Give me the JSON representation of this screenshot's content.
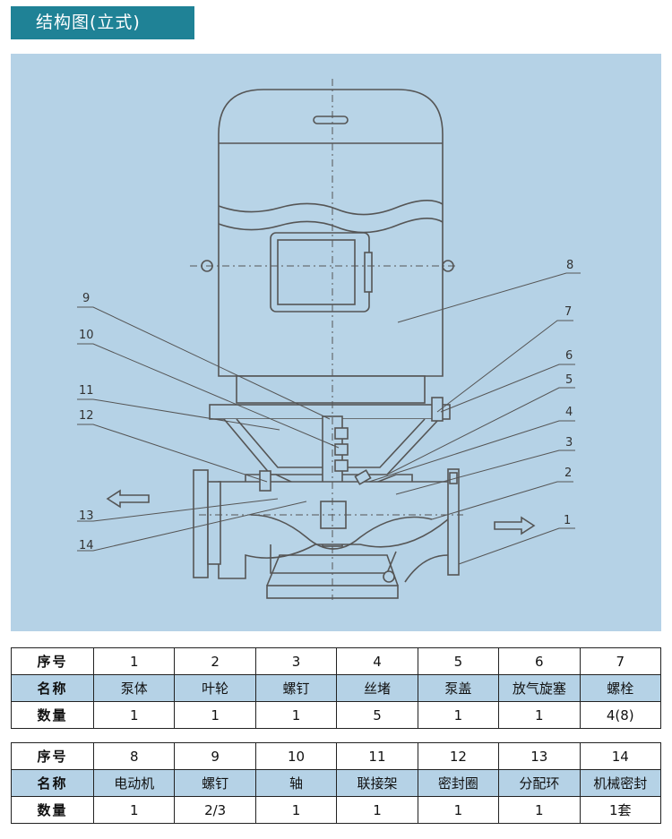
{
  "header": {
    "title": "结构图(立式)"
  },
  "colors": {
    "header_bg": "#1f8296",
    "drawing_bg": "#b5d2e6",
    "line": "#555555"
  },
  "callouts": [
    "1",
    "2",
    "3",
    "4",
    "5",
    "6",
    "7",
    "8",
    "9",
    "10",
    "11",
    "12",
    "13",
    "14"
  ],
  "table1": {
    "row_labels": [
      "序号",
      "名称",
      "数量"
    ],
    "columns": [
      {
        "no": "1",
        "name": "泵体",
        "qty": "1"
      },
      {
        "no": "2",
        "name": "叶轮",
        "qty": "1"
      },
      {
        "no": "3",
        "name": "螺钉",
        "qty": "1"
      },
      {
        "no": "4",
        "name": "丝堵",
        "qty": "5"
      },
      {
        "no": "5",
        "name": "泵盖",
        "qty": "1"
      },
      {
        "no": "6",
        "name": "放气旋塞",
        "qty": "1"
      },
      {
        "no": "7",
        "name": "螺栓",
        "qty": "4(8)"
      }
    ]
  },
  "table2": {
    "row_labels": [
      "序号",
      "名称",
      "数量"
    ],
    "columns": [
      {
        "no": "8",
        "name": "电动机",
        "qty": "1"
      },
      {
        "no": "9",
        "name": "螺钉",
        "qty": "2/3"
      },
      {
        "no": "10",
        "name": "轴",
        "qty": "1"
      },
      {
        "no": "11",
        "name": "联接架",
        "qty": "1"
      },
      {
        "no": "12",
        "name": "密封圈",
        "qty": "1"
      },
      {
        "no": "13",
        "name": "分配环",
        "qty": "1"
      },
      {
        "no": "14",
        "name": "机械密封",
        "qty": "1套"
      }
    ]
  }
}
